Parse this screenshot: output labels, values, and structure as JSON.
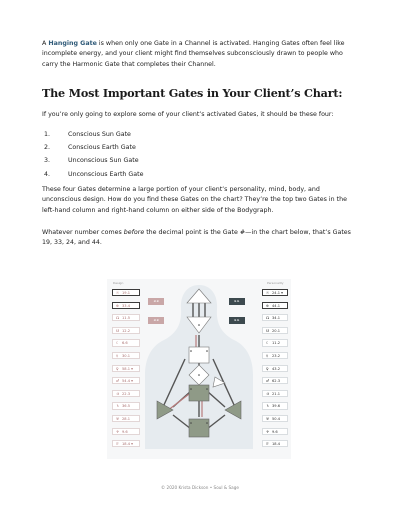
{
  "intro": {
    "lead": "A",
    "term": "Hanging Gate",
    "rest": " is when only one Gate in a Channel is activated. Hanging Gates often feel like incomplete energy, and your client might find themselves subconsciously drawn to people who carry the Harmonic Gate that completes their Channel."
  },
  "heading": "The Most Important Gates in Your Client’s Chart:",
  "list_intro": "If you’re only going to explore some of your client’s activated Gates, it should be these four:",
  "gates_list": [
    {
      "num": "1.",
      "label": "Conscious Sun Gate"
    },
    {
      "num": "2.",
      "label": "Conscious Earth Gate"
    },
    {
      "num": "3.",
      "label": "Unconscious Sun Gate"
    },
    {
      "num": "4.",
      "label": "Unconscious Earth Gate"
    }
  ],
  "para2": "These four Gates determine a large portion of your client’s personality, mind, body, and unconscious design. How do you find these Gates on the chart? They’re the top two Gates in the left-hand column and right-hand column on either side of the Bodygraph.",
  "para3": {
    "a": "Whatever number comes ",
    "em": "before",
    "b": " the decimal point is the Gate #—in the chart below, that’s Gates 19, 33, 24, and 44."
  },
  "chart": {
    "left_header": "Design",
    "right_header": "Personality",
    "left_gates": [
      {
        "sym": "☉",
        "val": "19.1"
      },
      {
        "sym": "⊕",
        "val": "33.4"
      },
      {
        "sym": "☊",
        "val": "11.5"
      },
      {
        "sym": "☋",
        "val": "12.2"
      },
      {
        "sym": "☾",
        "val": "6.6"
      },
      {
        "sym": "☿",
        "val": "30.1"
      },
      {
        "sym": "♀",
        "val": "58.1 ▾"
      },
      {
        "sym": "♂",
        "val": "54.4 ▾"
      },
      {
        "sym": "♃",
        "val": "22.3"
      },
      {
        "sym": "♄",
        "val": "36.5"
      },
      {
        "sym": "♅",
        "val": "28.1"
      },
      {
        "sym": "♆",
        "val": "9.6"
      },
      {
        "sym": "♇",
        "val": "18.4 ▾"
      }
    ],
    "right_gates": [
      {
        "sym": "☉",
        "val": "24.1 ▾"
      },
      {
        "sym": "⊕",
        "val": "44.1"
      },
      {
        "sym": "☊",
        "val": "34.1"
      },
      {
        "sym": "☋",
        "val": "20.1"
      },
      {
        "sym": "☾",
        "val": "11.2"
      },
      {
        "sym": "☿",
        "val": "23.2"
      },
      {
        "sym": "♀",
        "val": "43.2"
      },
      {
        "sym": "♂",
        "val": "62.3"
      },
      {
        "sym": "♃",
        "val": "21.1"
      },
      {
        "sym": "♄",
        "val": "39.6"
      },
      {
        "sym": "♅",
        "val": "50.4"
      },
      {
        "sym": "♆",
        "val": "9.6"
      },
      {
        "sym": "♇",
        "val": "18.4"
      }
    ],
    "tags": [
      "◂ ◂",
      "◂ ◂",
      "▸ ▸",
      "▸ ▸"
    ],
    "colors": {
      "design": "#b87b7b",
      "personality": "#3d4a4f",
      "center_fill": "#8f9a87",
      "channel": "#555555"
    }
  },
  "footer": "© 2020 Krista Dickson • Soul & Sage"
}
